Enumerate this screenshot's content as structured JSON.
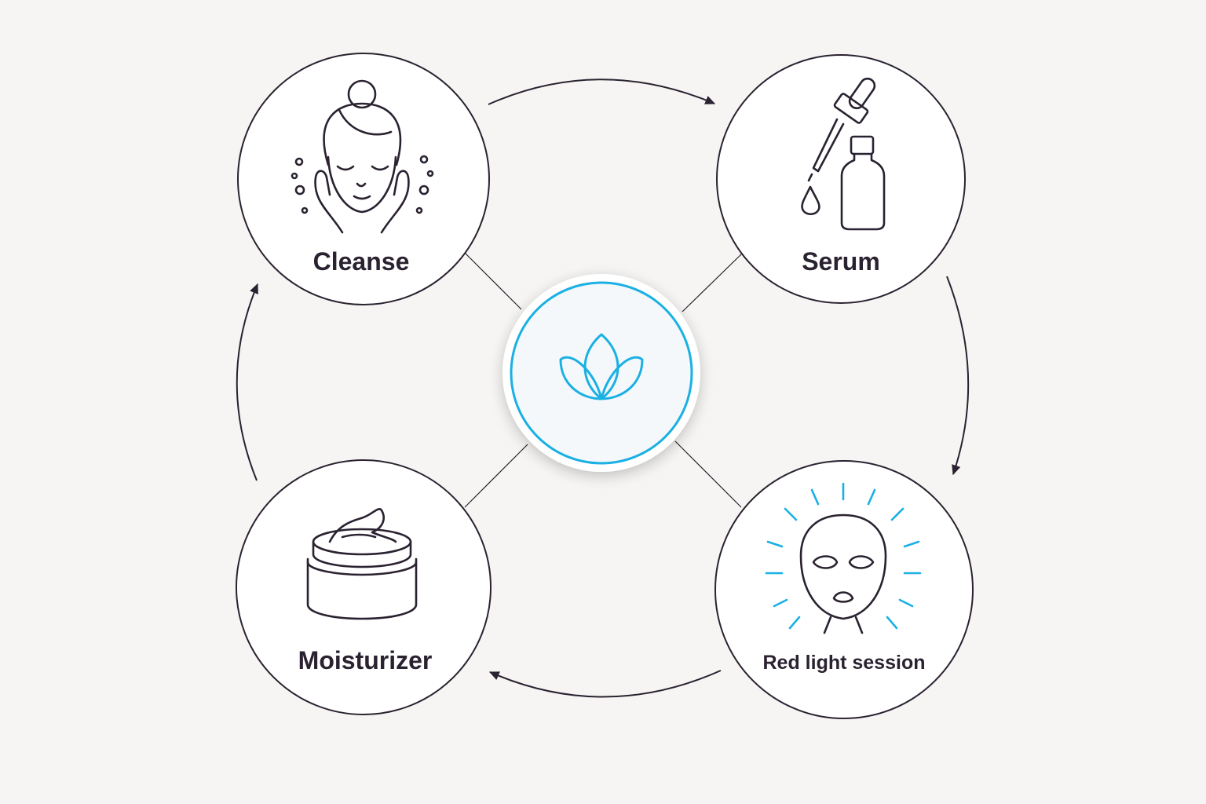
{
  "colors": {
    "background": "#f6f5f3",
    "ink": "#2a2230",
    "accent": "#1ab0e3",
    "hub_fill": "#f4f8fa"
  },
  "hub": {
    "icon": "lotus-icon"
  },
  "steps": [
    {
      "label": "Cleanse",
      "icon": "face-washing-icon"
    },
    {
      "label": "Serum",
      "icon": "dropper-bottle-icon"
    },
    {
      "label": "Red light session",
      "icon": "led-mask-icon"
    },
    {
      "label": "Moisturizer",
      "icon": "cream-jar-icon"
    }
  ]
}
